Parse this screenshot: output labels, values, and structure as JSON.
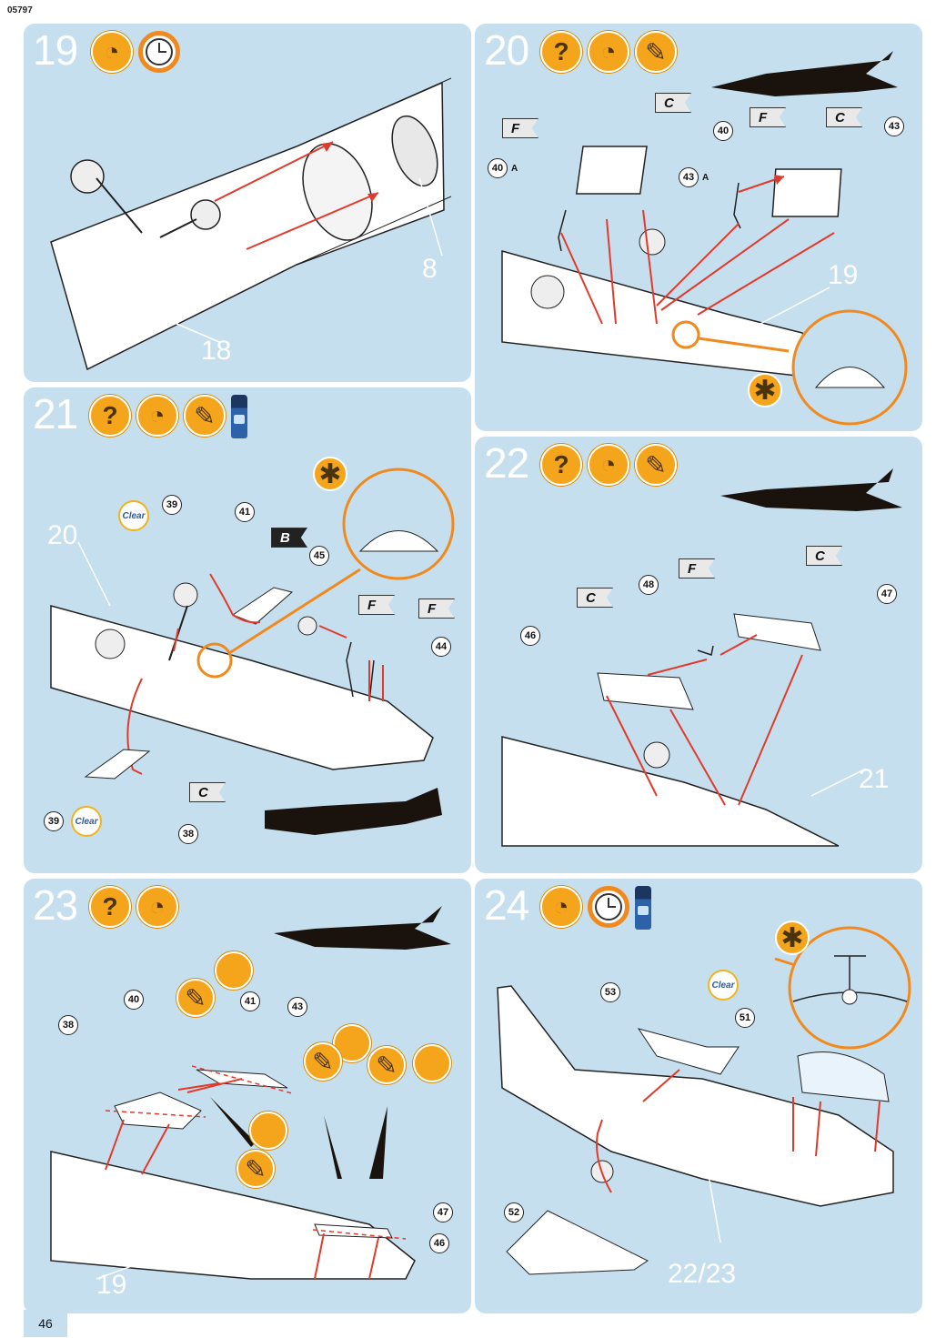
{
  "header": {
    "doc_number": "05797"
  },
  "page": {
    "number": "46"
  },
  "colors": {
    "panel_bg": "#c6dfef",
    "arrow": "#e23a2a",
    "accent": "#f4a51c",
    "detail_ring": "#f08a1e"
  },
  "steps": [
    {
      "number": "19",
      "icons": [
        "glue-icon",
        "clock-icon"
      ],
      "part_refs": [
        "8",
        "18"
      ]
    },
    {
      "number": "20",
      "icons": [
        "help-icon",
        "glue-icon",
        "paint-icon"
      ],
      "callouts": [
        "40",
        "40",
        "43",
        "43"
      ],
      "callout_suffix": "A",
      "flags": [
        "F",
        "C",
        "F",
        "C"
      ],
      "part_refs": [
        "19"
      ]
    },
    {
      "number": "21",
      "icons": [
        "help-icon",
        "glue-icon",
        "paint-icon",
        "clear-bottle-icon"
      ],
      "callouts": [
        "39",
        "41",
        "45",
        "44",
        "39",
        "38"
      ],
      "flags": [
        "B",
        "F",
        "F",
        "C"
      ],
      "clear_labels": [
        "Clear",
        "Clear"
      ],
      "part_refs": [
        "20"
      ]
    },
    {
      "number": "22",
      "icons": [
        "help-icon",
        "glue-icon",
        "paint-icon"
      ],
      "callouts": [
        "48",
        "47",
        "46"
      ],
      "flags": [
        "F",
        "C",
        "C"
      ],
      "part_refs": [
        "21"
      ]
    },
    {
      "number": "23",
      "icons": [
        "help-icon",
        "glue-icon"
      ],
      "callouts": [
        "40",
        "41",
        "43",
        "38",
        "47",
        "46"
      ],
      "part_refs": [
        "19"
      ]
    },
    {
      "number": "24",
      "icons": [
        "glue-icon",
        "clock-icon",
        "clear-bottle-icon"
      ],
      "callouts": [
        "53",
        "51",
        "52"
      ],
      "clear_labels": [
        "Clear"
      ],
      "part_refs": [
        "22/23"
      ]
    }
  ],
  "icon_glyphs": {
    "help": "?",
    "glue": "◔",
    "paint": "✎",
    "star": "✱"
  }
}
